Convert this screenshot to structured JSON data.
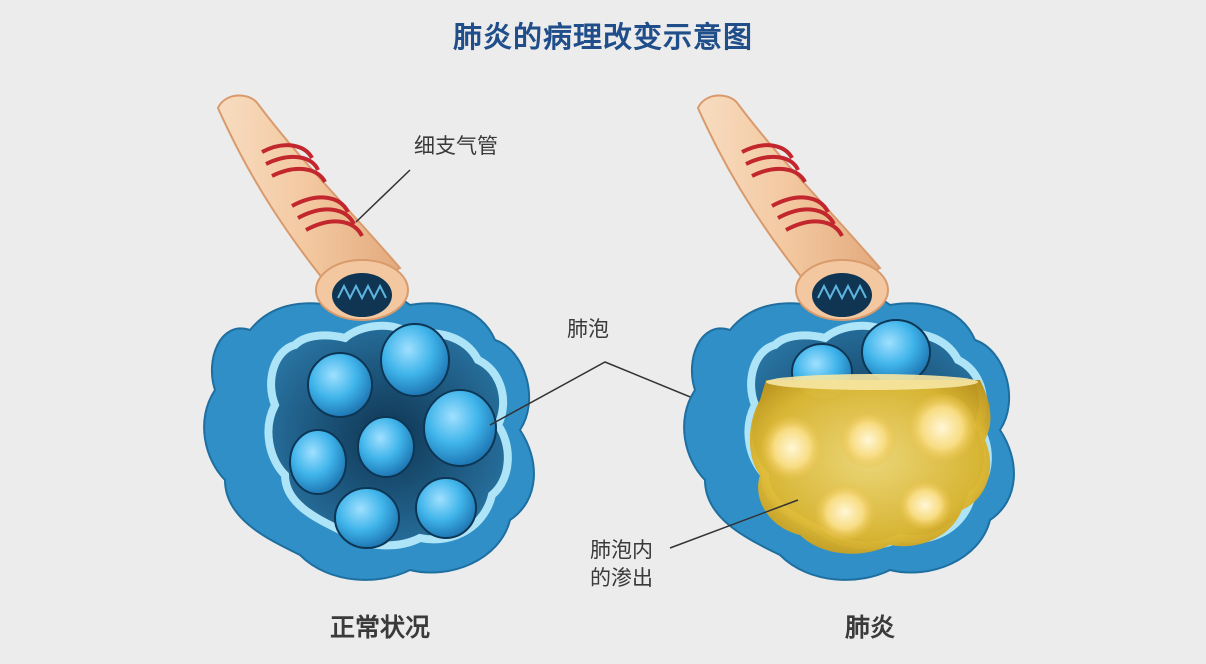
{
  "title": "肺炎的病理改变示意图",
  "labels": {
    "bronchiole": "细支气管",
    "alveolus": "肺泡",
    "exudate_line1": "肺泡内",
    "exudate_line2": "的渗出"
  },
  "captions": {
    "normal": "正常状况",
    "pneumonia": "肺炎"
  },
  "colors": {
    "title": "#1f4e8a",
    "text": "#3a3a3a",
    "background": "#ececec",
    "tube": "#f3c8a0",
    "muscle": "#c1272d",
    "alveolus_outer": "#2f8fc6",
    "alveolus_inner": "#1a4a6e",
    "sac": "#3fb4ea",
    "exudate": "#e1b92f"
  }
}
